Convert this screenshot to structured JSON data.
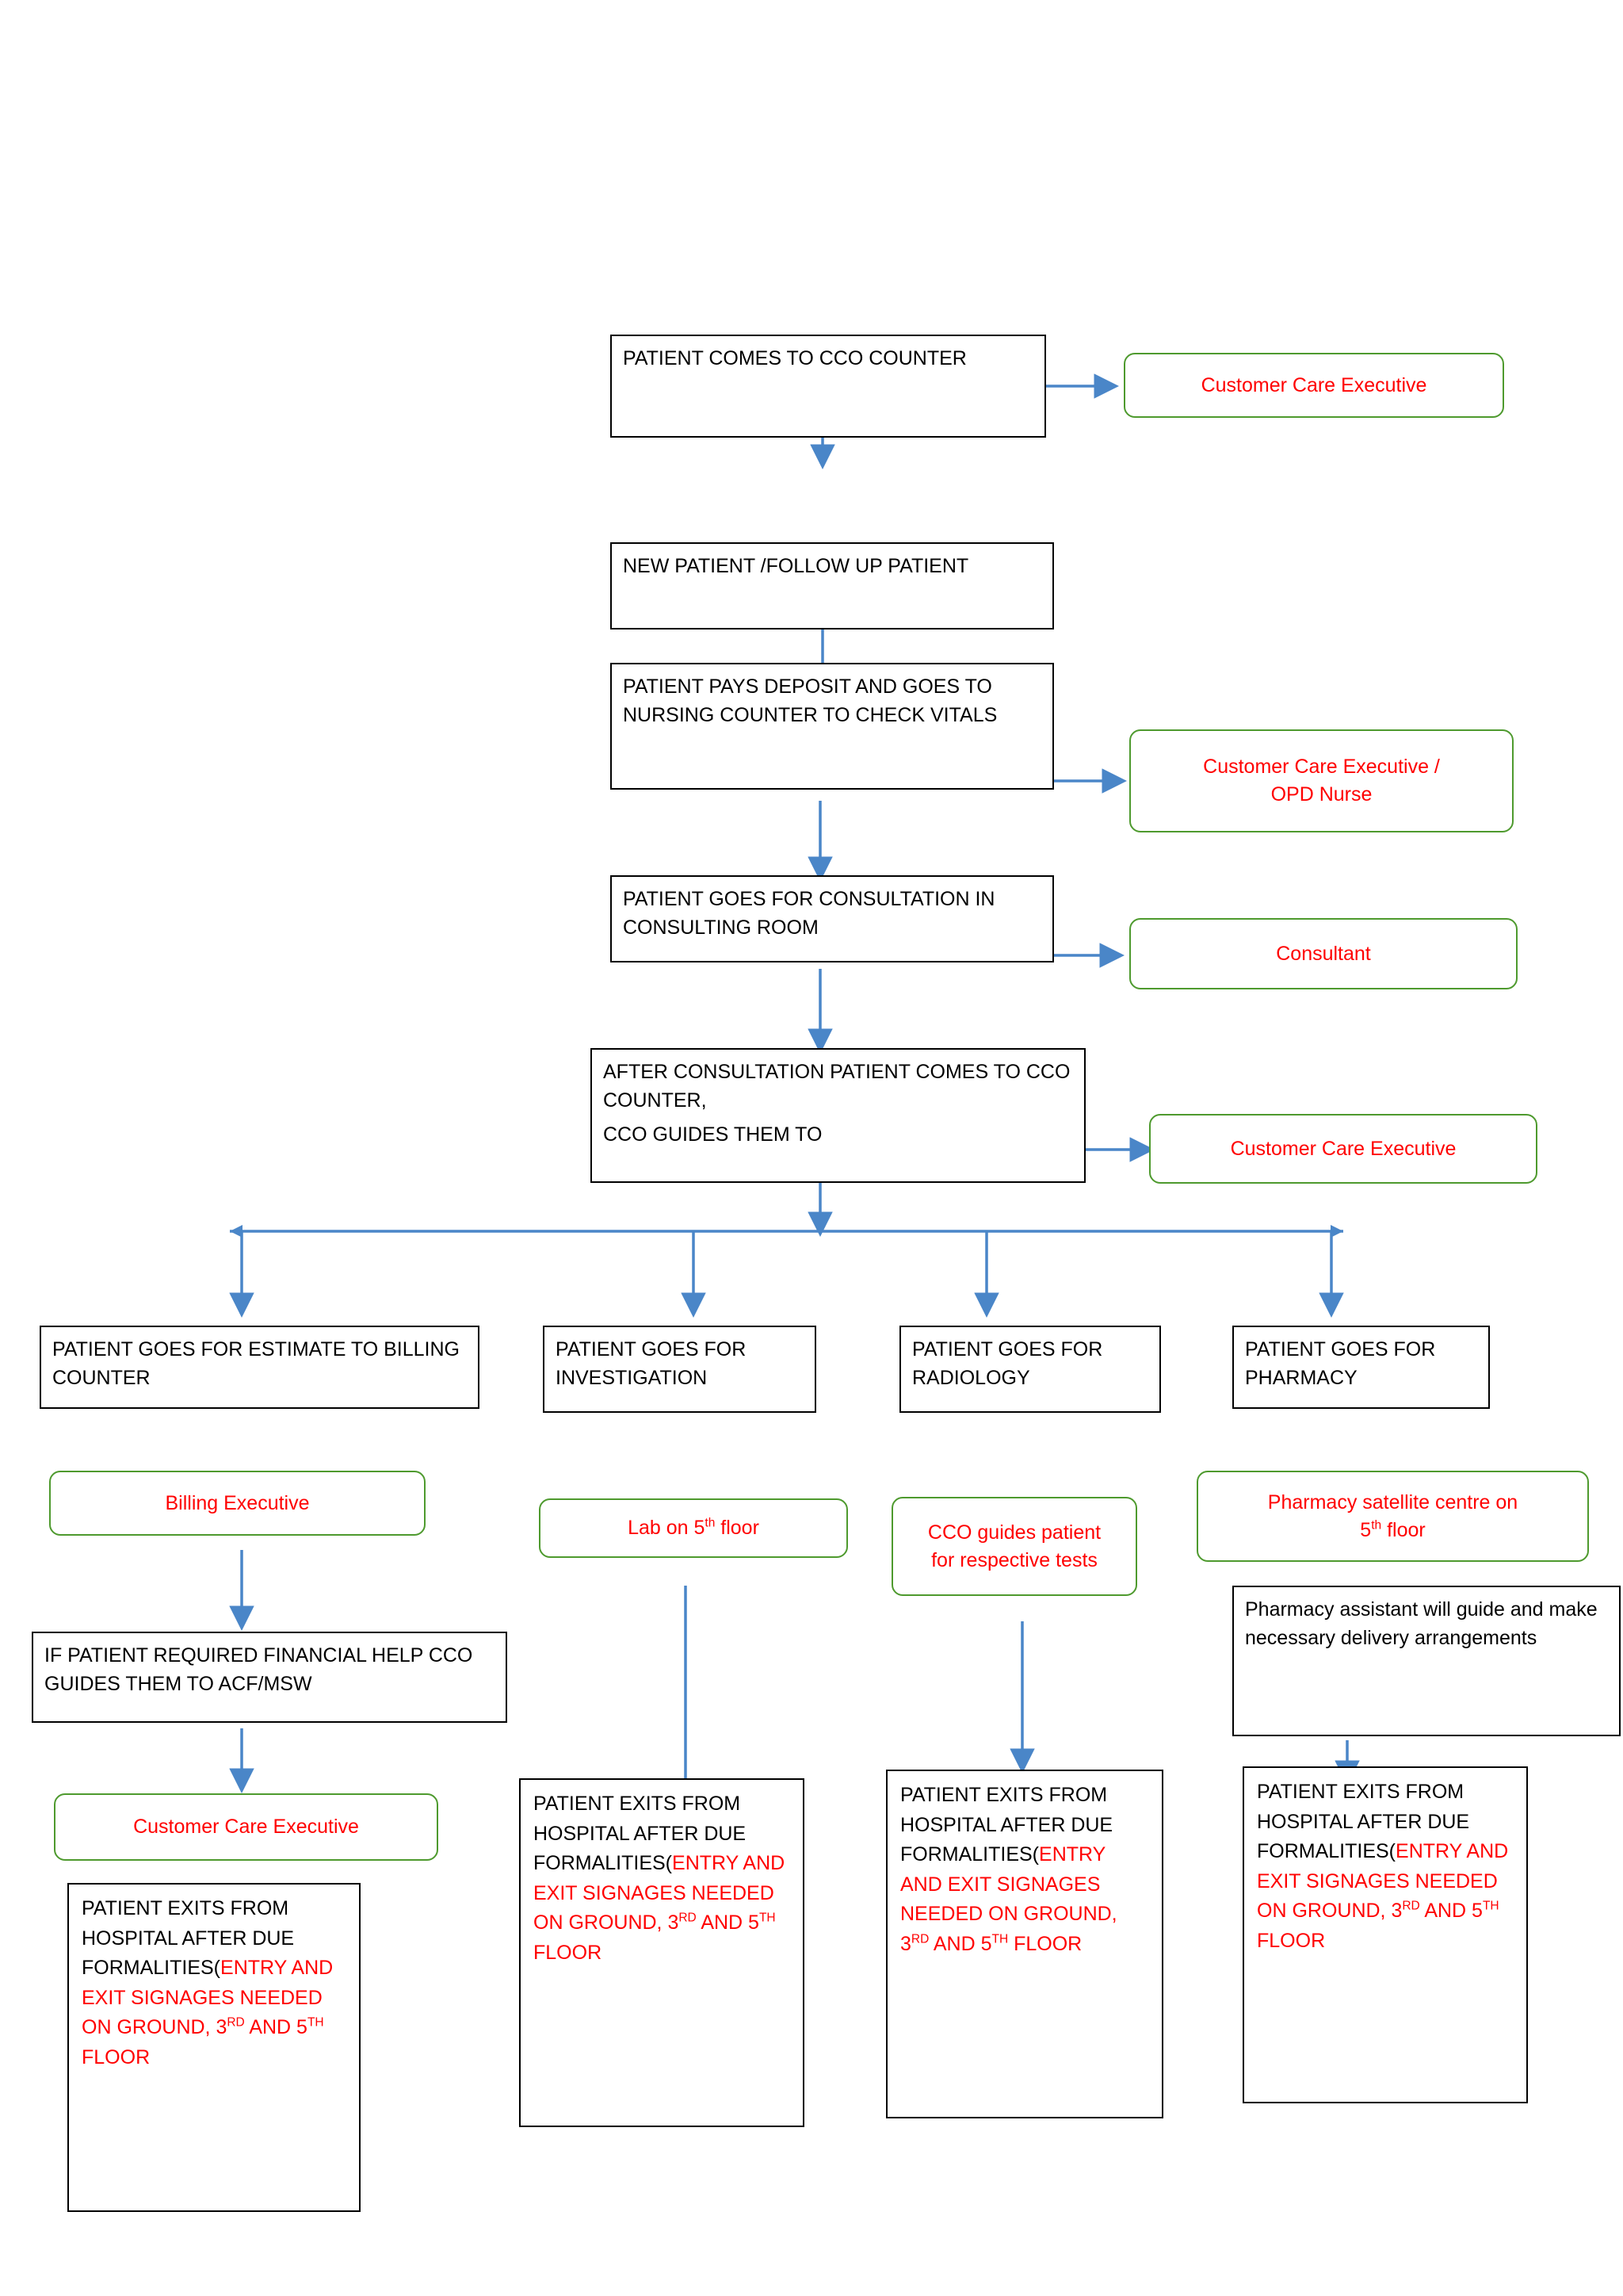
{
  "flow": {
    "steps": [
      {
        "id": "patient-comes-to-cco-counter",
        "text": "PATIENT COMES TO CCO COUNTER"
      },
      {
        "id": "new-or-followup-patient",
        "text": "NEW PATIENT /FOLLOW UP PATIENT"
      },
      {
        "id": "patient-pays-deposit",
        "text": "PATIENT PAYS DEPOSIT AND GOES TO NURSING COUNTER TO CHECK VITALS"
      },
      {
        "id": "patient-goes-for-consultation",
        "text": "PATIENT GOES FOR CONSULTATION IN CONSULTING ROOM"
      },
      {
        "id": "after-consultation",
        "text": "AFTER CONSULTATION    PATIENT COMES TO CCO COUNTER,",
        "text2": "CCO GUIDES THEM TO"
      }
    ],
    "roles": [
      {
        "id": "role-customer-care-executive-1",
        "text": "Customer Care Executive"
      },
      {
        "id": "role-cce-opd-nurse",
        "line1": "Customer Care Executive /",
        "line2": "OPD Nurse"
      },
      {
        "id": "role-consultant",
        "text": "Consultant"
      },
      {
        "id": "role-customer-care-executive-2",
        "text": "Customer Care Executive"
      }
    ],
    "branches": [
      {
        "id": "branch-estimate",
        "text": "PATIENT GOES FOR ESTIMATE TO BILLING COUNTER"
      },
      {
        "id": "branch-investigation",
        "text": "PATIENT GOES FOR INVESTIGATION"
      },
      {
        "id": "branch-radiology",
        "text": "PATIENT GOES FOR RADIOLOGY"
      },
      {
        "id": "branch-pharmacy",
        "text": "PATIENT GOES FOR PHARMACY"
      }
    ],
    "branch_roles": [
      {
        "id": "role-billing-executive",
        "text": "Billing Executive"
      },
      {
        "id": "role-lab-5th-floor",
        "pre": "Lab on 5",
        "sup": "th",
        "post": " floor"
      },
      {
        "id": "role-cco-guides-tests",
        "line1": "CCO guides patient",
        "line2": "for respective tests"
      },
      {
        "id": "role-pharmacy-satellite",
        "pre": "Pharmacy satellite centre on",
        "sup": "th",
        "post": " floor",
        "line2prefix": "5"
      }
    ],
    "financial_help": {
      "id": "financial-help",
      "text": "IF PATIENT REQUIRED FINANCIAL HELP CCO GUIDES THEM TO ACF/MSW"
    },
    "role_cce_financial": {
      "id": "role-customer-care-executive-3",
      "text": "Customer Care Executive"
    },
    "pharmacy_assistant": {
      "id": "pharmacy-assistant",
      "text": "Pharmacy assistant will guide and make necessary delivery arrangements"
    },
    "exit": {
      "black_part": "PATIENT EXITS FROM HOSPITAL AFTER DUE FORMALITIES(",
      "red_part_1": "ENTRY AND EXIT SIGNAGES NEEDED    ON GROUND, 3",
      "sup1": "RD",
      "red_part_2": " AND 5",
      "sup2": "TH",
      "red_part_3": " FLOOR"
    }
  },
  "colors": {
    "role_border": "#4e9a2e",
    "role_text": "#ff0000",
    "box_border": "#000000",
    "arrow": "#4a86c8",
    "text": "#000000"
  }
}
